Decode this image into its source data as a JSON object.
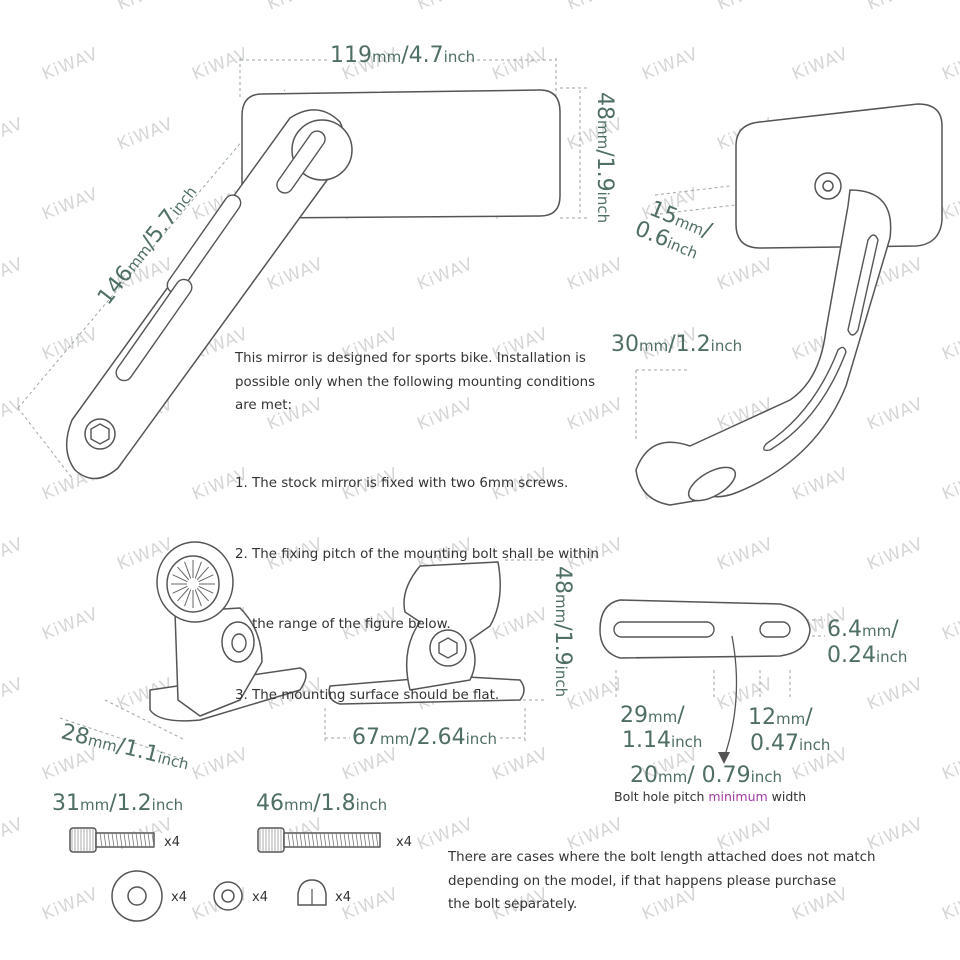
{
  "watermark": "KiWAV",
  "dimensions": {
    "mirror_width": {
      "value_mm": "119",
      "mm": "mm",
      "sep": "/",
      "value_in": "4.7",
      "in": "inch"
    },
    "mirror_height": {
      "value_mm": "48",
      "mm": "mm",
      "sep": "/",
      "value_in": "1.9",
      "in": "inch"
    },
    "arm_length": {
      "value_mm": "146",
      "mm": "mm",
      "sep": "/",
      "value_in": "5.7",
      "in": "inch"
    },
    "offset": {
      "value_mm": "15",
      "mm": "mm",
      "sep": "/",
      "value_in": "0.6",
      "in": "inch"
    },
    "arm_width": {
      "value_mm": "30",
      "mm": "mm",
      "sep": "/",
      "value_in": "1.2",
      "in": "inch"
    },
    "base_height": {
      "value_mm": "48",
      "mm": "mm",
      "sep": "/",
      "value_in": "1.9",
      "in": "inch"
    },
    "base_depth": {
      "value_mm": "28",
      "mm": "mm",
      "sep": "/",
      "value_in": "1.1",
      "in": "inch"
    },
    "base_length": {
      "value_mm": "67",
      "mm": "mm",
      "sep": "/",
      "value_in": "2.64",
      "in": "inch"
    },
    "slot_width": {
      "value_mm": "6.4",
      "mm": "mm",
      "sep": "/",
      "value_in": "0.24",
      "in": "inch"
    },
    "slot_a": {
      "value_mm": "29",
      "mm": "mm",
      "sep": "/",
      "value_in": "1.14",
      "in": "inch"
    },
    "slot_b": {
      "value_mm": "12",
      "mm": "mm",
      "sep": "/",
      "value_in": "0.47",
      "in": "inch"
    },
    "pitch_min": {
      "value_mm": "20",
      "mm": "mm",
      "sep": "/",
      "value_in": " 0.79",
      "in": "inch"
    },
    "bolt_short": {
      "value_mm": "31",
      "mm": "mm",
      "sep": "/",
      "value_in": "1.2",
      "in": "inch"
    },
    "bolt_long": {
      "value_mm": "46",
      "mm": "mm",
      "sep": "/",
      "value_in": "1.8",
      "in": "inch"
    }
  },
  "notes": {
    "intro": [
      "This mirror is designed for sports bike. Installation is",
      "possible only when the following mounting conditions",
      "are met:"
    ],
    "conditions": [
      "1. The stock mirror is fixed with two 6mm screws.",
      "2. The fixing pitch of the mounting bolt shall be within",
      "    the range of the figure below.",
      "3. The mounting surface should be flat."
    ],
    "caption_pre": "Bolt hole pitch ",
    "caption_hl": "minimum",
    "caption_post": " width",
    "bolt_note": [
      "There are cases where the bolt length attached does not match",
      "depending on the model, if that happens please purchase",
      "the bolt separately."
    ]
  },
  "quantities": {
    "bolt_short": "x4",
    "bolt_long": "x4",
    "washer_large": "x4",
    "washer_small": "x4",
    "nut": "x4"
  },
  "colors": {
    "dimension_text": "#4f6f63",
    "highlight": "#a23ba0"
  }
}
